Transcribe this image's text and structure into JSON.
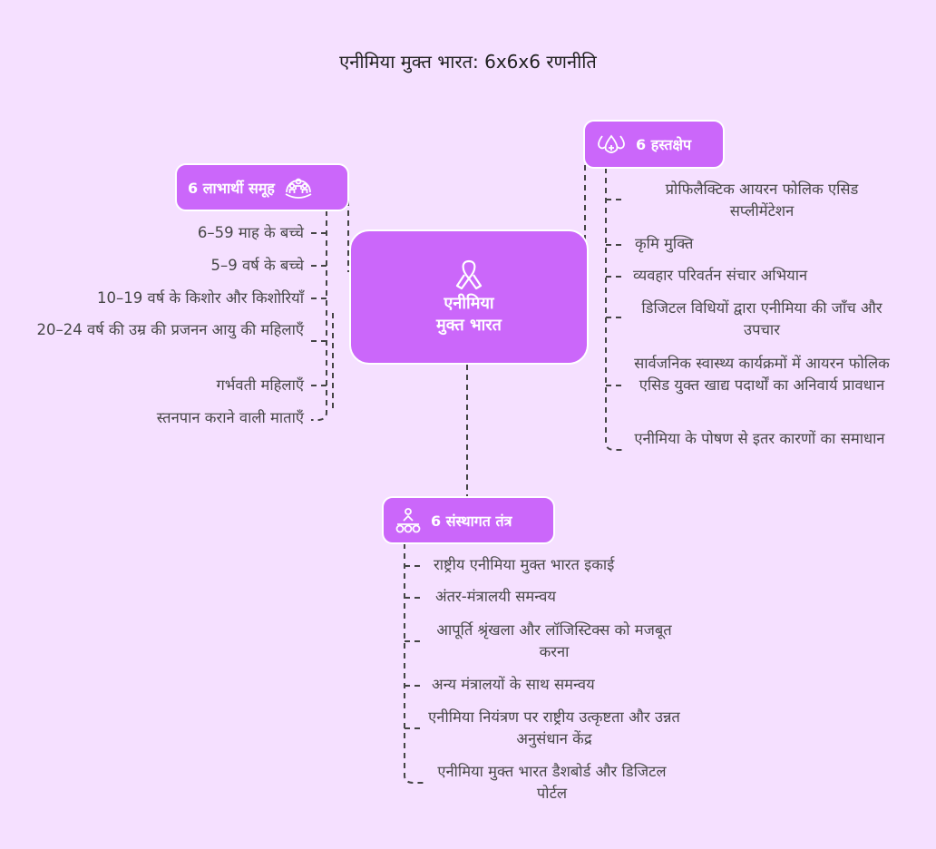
{
  "title": "एनीमिया मुक्त भारत: 6x6x6 रणनीति",
  "center": {
    "icon": "ribbon-icon",
    "line1": "एनीमिया",
    "line2": "मुक्त भारत"
  },
  "colors": {
    "box": "#cb67fa",
    "background": "#f5e0ff",
    "text": "#474747"
  },
  "beneficiaries": {
    "label": "6 लाभार्थी समूह",
    "icon": "people-group-icon",
    "items": [
      "6–59 माह के बच्चे",
      "5–9 वर्ष के बच्चे",
      "10–19 वर्ष के किशोर और किशोरियाँ",
      "20–24 वर्ष की उम्र की प्रजनन आयु की महिलाएँ",
      "गर्भवती महिलाएँ",
      "स्तनपान कराने वाली माताएँ"
    ]
  },
  "interventions": {
    "label": "6 हस्तक्षेप",
    "icon": "blood-drops-icon",
    "items": [
      "प्रोफिलैक्टिक आयरन फोलिक एसिड सप्लीमेंटेशन",
      "कृमि मुक्ति",
      "व्यवहार परिवर्तन संचार अभियान",
      "डिजिटल विधियों द्वारा एनीमिया की जाँच और उपचार",
      "सार्वजनिक स्वास्थ्य कार्यक्रमों में आयरन फोलिक एसिड युक्त खाद्य पदार्थों का अनिवार्य प्रावधान",
      "एनीमिया के पोषण से इतर कारणों का समाधान"
    ]
  },
  "institutional": {
    "label": "6 संस्थागत तंत्र",
    "icon": "hierarchy-icon",
    "items": [
      "राष्ट्रीय एनीमिया मुक्त भारत इकाई",
      "अंतर-मंत्रालयी समन्वय",
      "आपूर्ति श्रृंखला और लॉजिस्टिक्स को मजबूत करना",
      "अन्य मंत्रालयों के साथ समन्वय",
      "एनीमिया नियंत्रण पर राष्ट्रीय उत्कृष्टता और उन्नत अनुसंधान केंद्र",
      "एनीमिया मुक्त भारत डैशबोर्ड और डिजिटल पोर्टल"
    ]
  }
}
